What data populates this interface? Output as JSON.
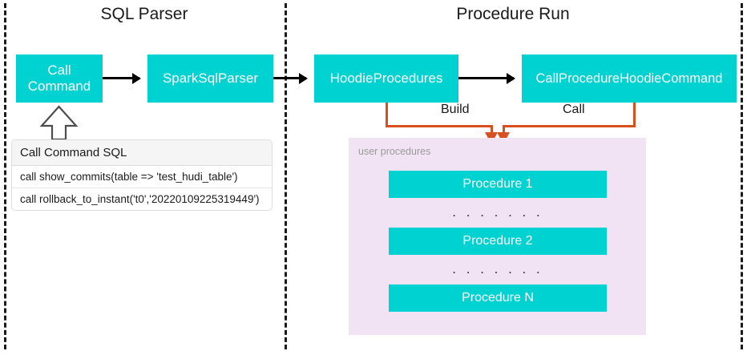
{
  "sections": [
    {
      "id": "sql-parser",
      "title": "SQL Parser"
    },
    {
      "id": "procedure-run",
      "title": "Procedure Run"
    }
  ],
  "nodes": {
    "call_command": "Call Command",
    "spark_sql_parser": "SparkSqlParser",
    "hoodie_procedures": "HoodieProcedures",
    "call_procedure_hoodie_command": "CallProcedureHoodieCommand"
  },
  "sql_panel": {
    "header": "Call Command SQL",
    "rows": [
      "call show_commits(table => 'test_hudi_table')",
      "call rollback_to_instant('t0','20220109225319449')"
    ]
  },
  "edges": {
    "build_label": "Build",
    "call_label": "Call"
  },
  "user_procedures": {
    "label": "user procedures",
    "items": [
      {
        "name": "Procedure 1"
      },
      {
        "name": "Procedure 2"
      },
      {
        "name": "Procedure N"
      }
    ],
    "ellipsis": ". . . . . . ."
  },
  "colors": {
    "teal": "#00d1d1",
    "orange": "#d94f20",
    "panel_lavender": "#f2e3f4",
    "divider": "#1a1a1a",
    "arrow_black": "#000000"
  }
}
